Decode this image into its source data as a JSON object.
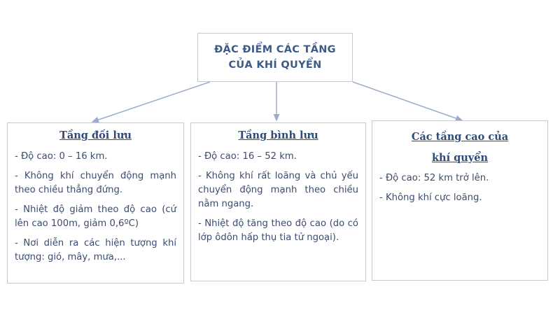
{
  "title": {
    "line1": "ĐẶC ĐIỂM CÁC TẦNG",
    "line2": "CỦA KHÍ QUYỂN"
  },
  "columns": [
    {
      "title": "Tầng đối lưu",
      "items": [
        "- Độ cao: 0 – 16 km.",
        "- Không khí chuyển động mạnh theo chiều thẳng đứng.",
        "- Nhiệt độ giảm theo độ cao (cứ lên cao 100m, giảm 0,6ºC)",
        "- Nơi diễn ra các hiện tượng khí tượng: gió, mây, mưa,..."
      ]
    },
    {
      "title": "Tầng bình lưu",
      "items": [
        "- Độ cao: 16 – 52 km.",
        "- Không khí rất loãng và chủ yếu chuyển động mạnh theo chiều nằm ngang.",
        "- Nhiệt độ tăng theo độ cao (do có lớp ôdôn hấp thụ tia tử ngoại)."
      ]
    },
    {
      "title_line1": "Các tầng cao của",
      "title_line2": "khí quyển",
      "items": [
        "- Độ cao: 52 km trở lên.",
        "- Không khí cực loãng."
      ]
    }
  ],
  "colors": {
    "title_text": "#3e5a86",
    "border": "#c6cbd3",
    "arrow": "#9aaccc"
  }
}
